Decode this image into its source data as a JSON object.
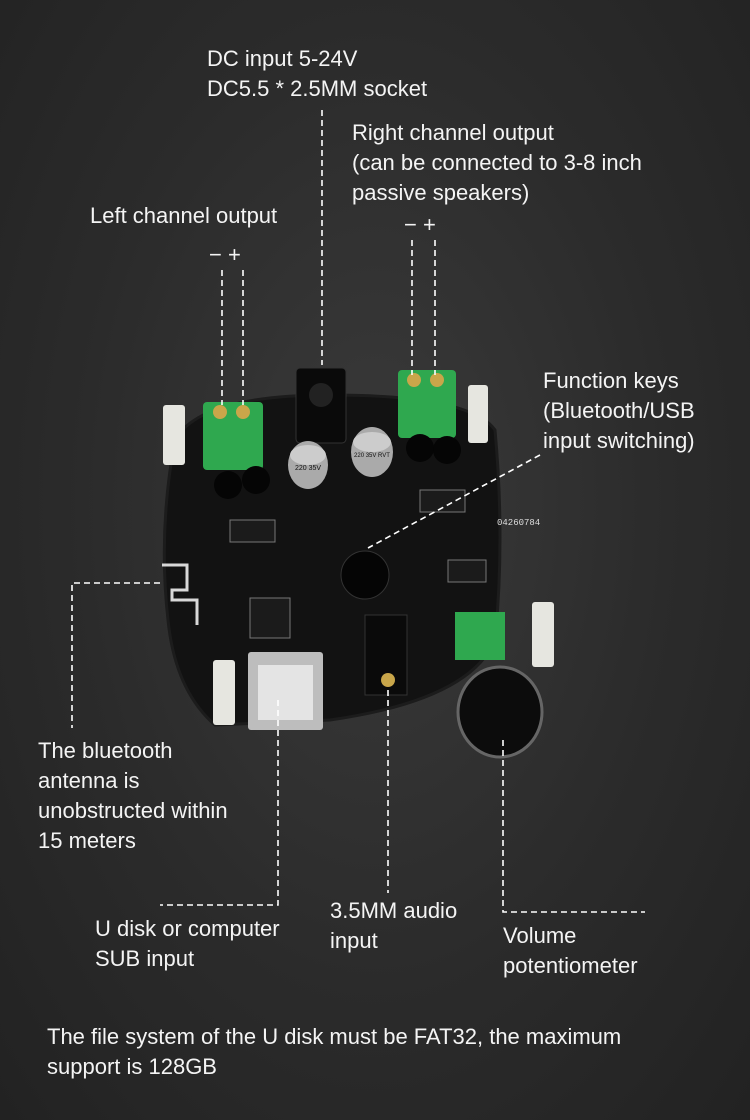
{
  "labels": {
    "dc_input": [
      "DC input 5-24V",
      "DC5.5 * 2.5MM socket"
    ],
    "right_channel": [
      "Right channel output",
      "(can be connected to 3-8 inch",
      "passive speakers)"
    ],
    "left_channel": [
      "Left channel output"
    ],
    "left_polarity": "−  +",
    "right_polarity": "−  +",
    "function_keys": [
      "Function keys",
      "(Bluetooth/USB",
      "input switching)"
    ],
    "bluetooth": [
      "The bluetooth",
      "antenna is",
      "unobstructed within",
      "15 meters"
    ],
    "usb": [
      "U disk or computer",
      "SUB input"
    ],
    "audio": [
      "3.5MM audio",
      "input"
    ],
    "volume": [
      "Volume",
      "potentiometer"
    ],
    "footer": [
      "The file system of the U disk must be FAT32, the maximum",
      "support is 128GB"
    ]
  },
  "board_markings": {
    "serial": "04260784",
    "cap_left": "220 35V",
    "cap_right": "220 35V RVT"
  },
  "colors": {
    "background": "#2b2b2b",
    "board": "#111111",
    "terminal": "#2fa84f",
    "label_text": "#f4f4f4"
  }
}
